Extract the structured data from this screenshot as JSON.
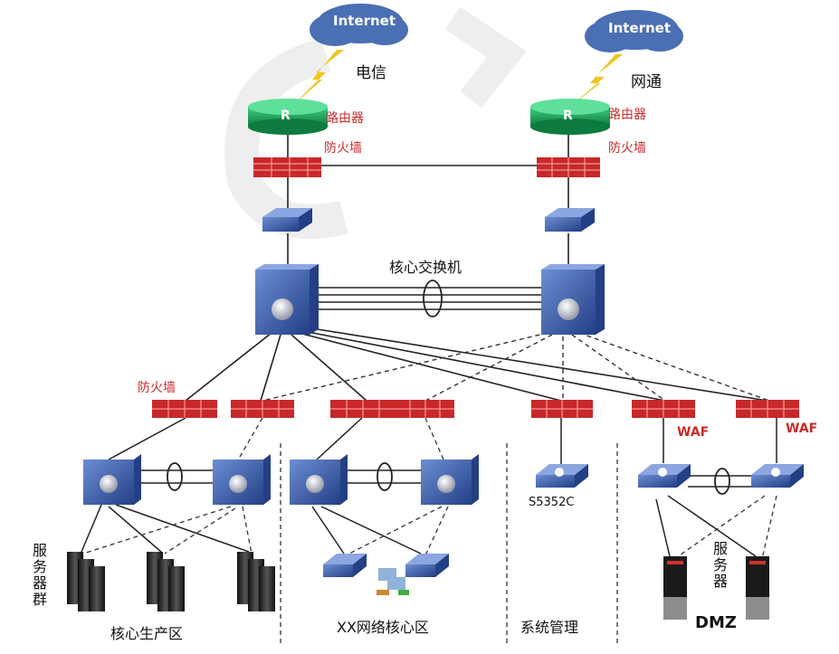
{
  "clouds": {
    "left": "Internet",
    "right": "Internet"
  },
  "isp": {
    "left": "电信",
    "right": "网通"
  },
  "router_label": "路由器",
  "router_glyph": "R",
  "firewall_label": "防火墙",
  "core_switch_label": "核心交换机",
  "waf_label": "WAF",
  "s5352c_label": "S5352C",
  "server_group_label": "服务器群",
  "server_label": "服务器",
  "zones": {
    "core_production": "核心生产区",
    "xx_network_core": "XX网络核心区",
    "system_management": "系统管理",
    "dmz": "DMZ"
  },
  "colors": {
    "cloud": "#4a6fb3",
    "router": "#1a9a55",
    "firewall": "#c8282a",
    "switch": "#3a5da8",
    "server": "#2a2a2a",
    "line": "#222222"
  }
}
